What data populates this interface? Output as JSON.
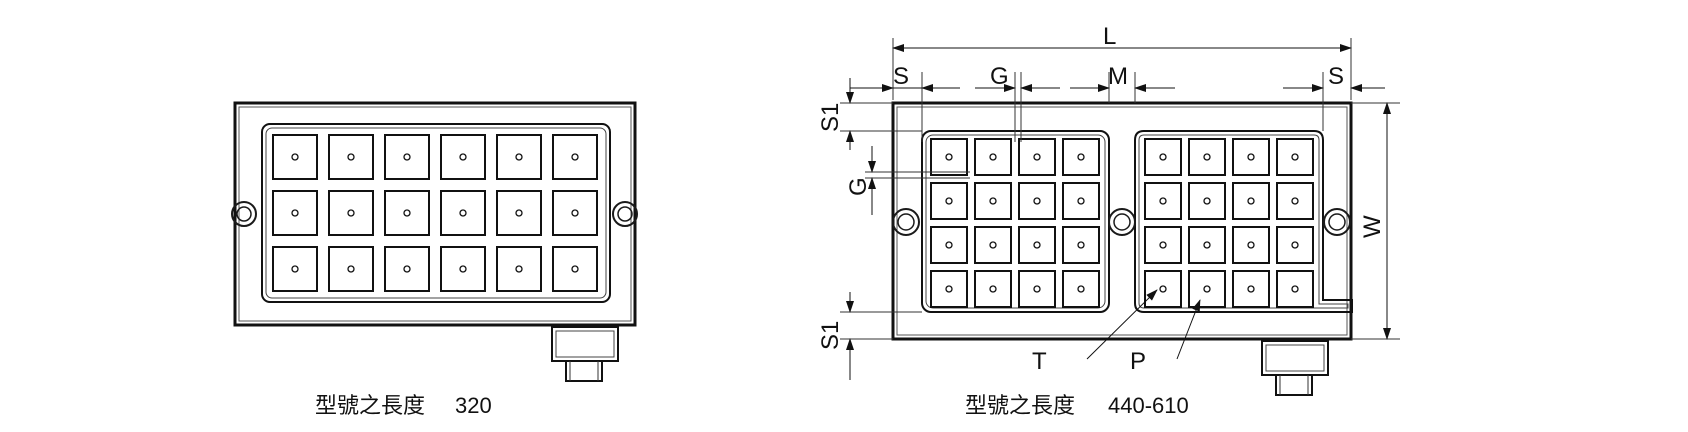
{
  "left_drawing": {
    "caption_prefix": "型號之長度",
    "caption_value": "320",
    "rows": 3,
    "cols": 6
  },
  "right_drawing": {
    "caption_prefix": "型號之長度",
    "caption_value": "440-610",
    "rows": 4,
    "cols_per_block": 4,
    "blocks": 2
  },
  "dimension_labels": {
    "L": "L",
    "S_left": "S",
    "G_top": "G",
    "M": "M",
    "S_right": "S",
    "S1_top": "S1",
    "G_side": "G",
    "S1_bottom": "S1",
    "W": "W",
    "T": "T",
    "P": "P"
  }
}
